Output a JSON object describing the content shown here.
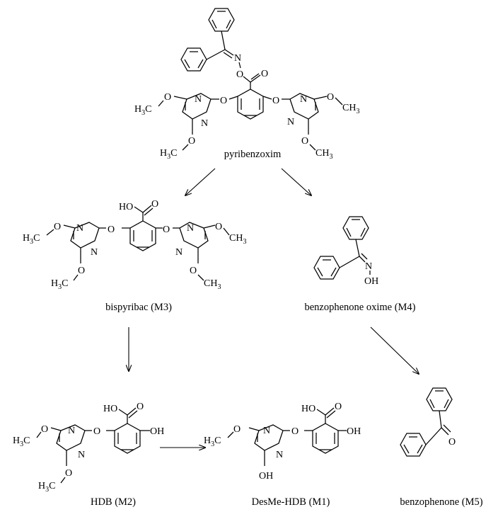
{
  "diagram": {
    "compounds": {
      "pyribenzoxim": "pyribenzoxim",
      "m3": "bispyribac (M3)",
      "m4": "benzophenone oxime (M4)",
      "m2": "HDB (M2)",
      "m1": "DesMe-HDB (M1)",
      "m5": "benzophenone (M5)"
    },
    "atoms": {
      "N": "N",
      "O": "O",
      "OH": "OH",
      "HO": "HO",
      "H": "H",
      "C": "C",
      "sub3": "3",
      "CH": "CH"
    },
    "arrows": [
      {
        "from": "pyribenzoxim",
        "to": "bispyribac (M3)"
      },
      {
        "from": "pyribenzoxim",
        "to": "benzophenone oxime (M4)"
      },
      {
        "from": "bispyribac (M3)",
        "to": "HDB (M2)"
      },
      {
        "from": "HDB (M2)",
        "to": "DesMe-HDB (M1)"
      },
      {
        "from": "benzophenone oxime (M4)",
        "to": "benzophenone (M5)"
      }
    ]
  }
}
